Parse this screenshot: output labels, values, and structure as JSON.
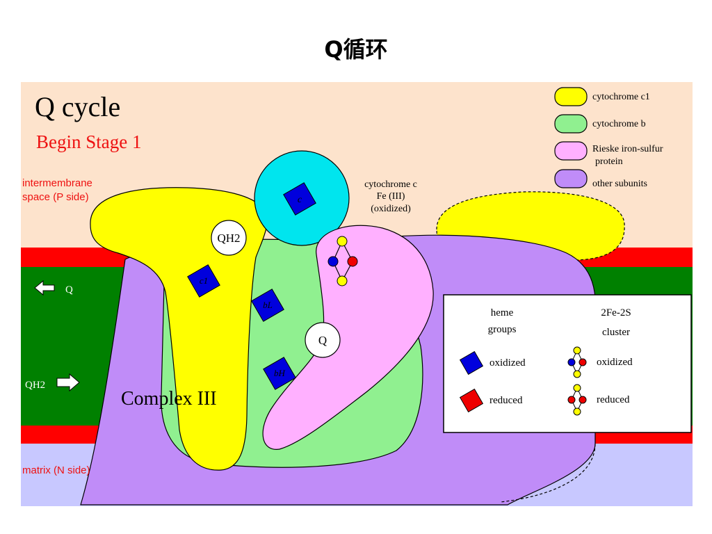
{
  "slide": {
    "title": "Q循环"
  },
  "diagram": {
    "heading": "Q cycle",
    "stage": "Begin Stage 1",
    "regions": {
      "intermembrane_line1": "intermembrane",
      "intermembrane_line2": "space (P side)",
      "matrix": "matrix (N side)"
    },
    "complex_label": "Complex III",
    "cytochrome_c": {
      "line1": "cytochrome c",
      "line2": "Fe (III)",
      "line3": "(oxidized)",
      "heme": "c"
    },
    "molecules": {
      "qh2_bound": "QH2",
      "q_bound": "Q"
    },
    "hemes": {
      "c1": "c1",
      "bl": "bL",
      "bh": "bH"
    },
    "arrows": {
      "q_out": "Q",
      "qh2_in": "QH2"
    },
    "legend": [
      {
        "label": "cytochrome c1",
        "color": "#ffff00"
      },
      {
        "label": "cytochrome b",
        "color": "#90f090"
      },
      {
        "label": "Rieske iron-sulfur protein",
        "color": "#ffb0ff"
      },
      {
        "label": "other subunits",
        "color": "#c08cf8"
      }
    ],
    "key": {
      "heme_header_1": "heme",
      "heme_header_2": "groups",
      "cluster_header_1": "2Fe-2S",
      "cluster_header_2": "cluster",
      "oxidized": "oxidized",
      "reduced": "reduced"
    },
    "colors": {
      "intermembrane": "#fde3cc",
      "membrane_edge": "#ff0000",
      "membrane_core": "#008000",
      "matrix": "#c8c8ff",
      "cytochrome_c": "#00e5ee",
      "heme_oxidized": "#0000dd",
      "heme_reduced": "#ee0000"
    }
  }
}
